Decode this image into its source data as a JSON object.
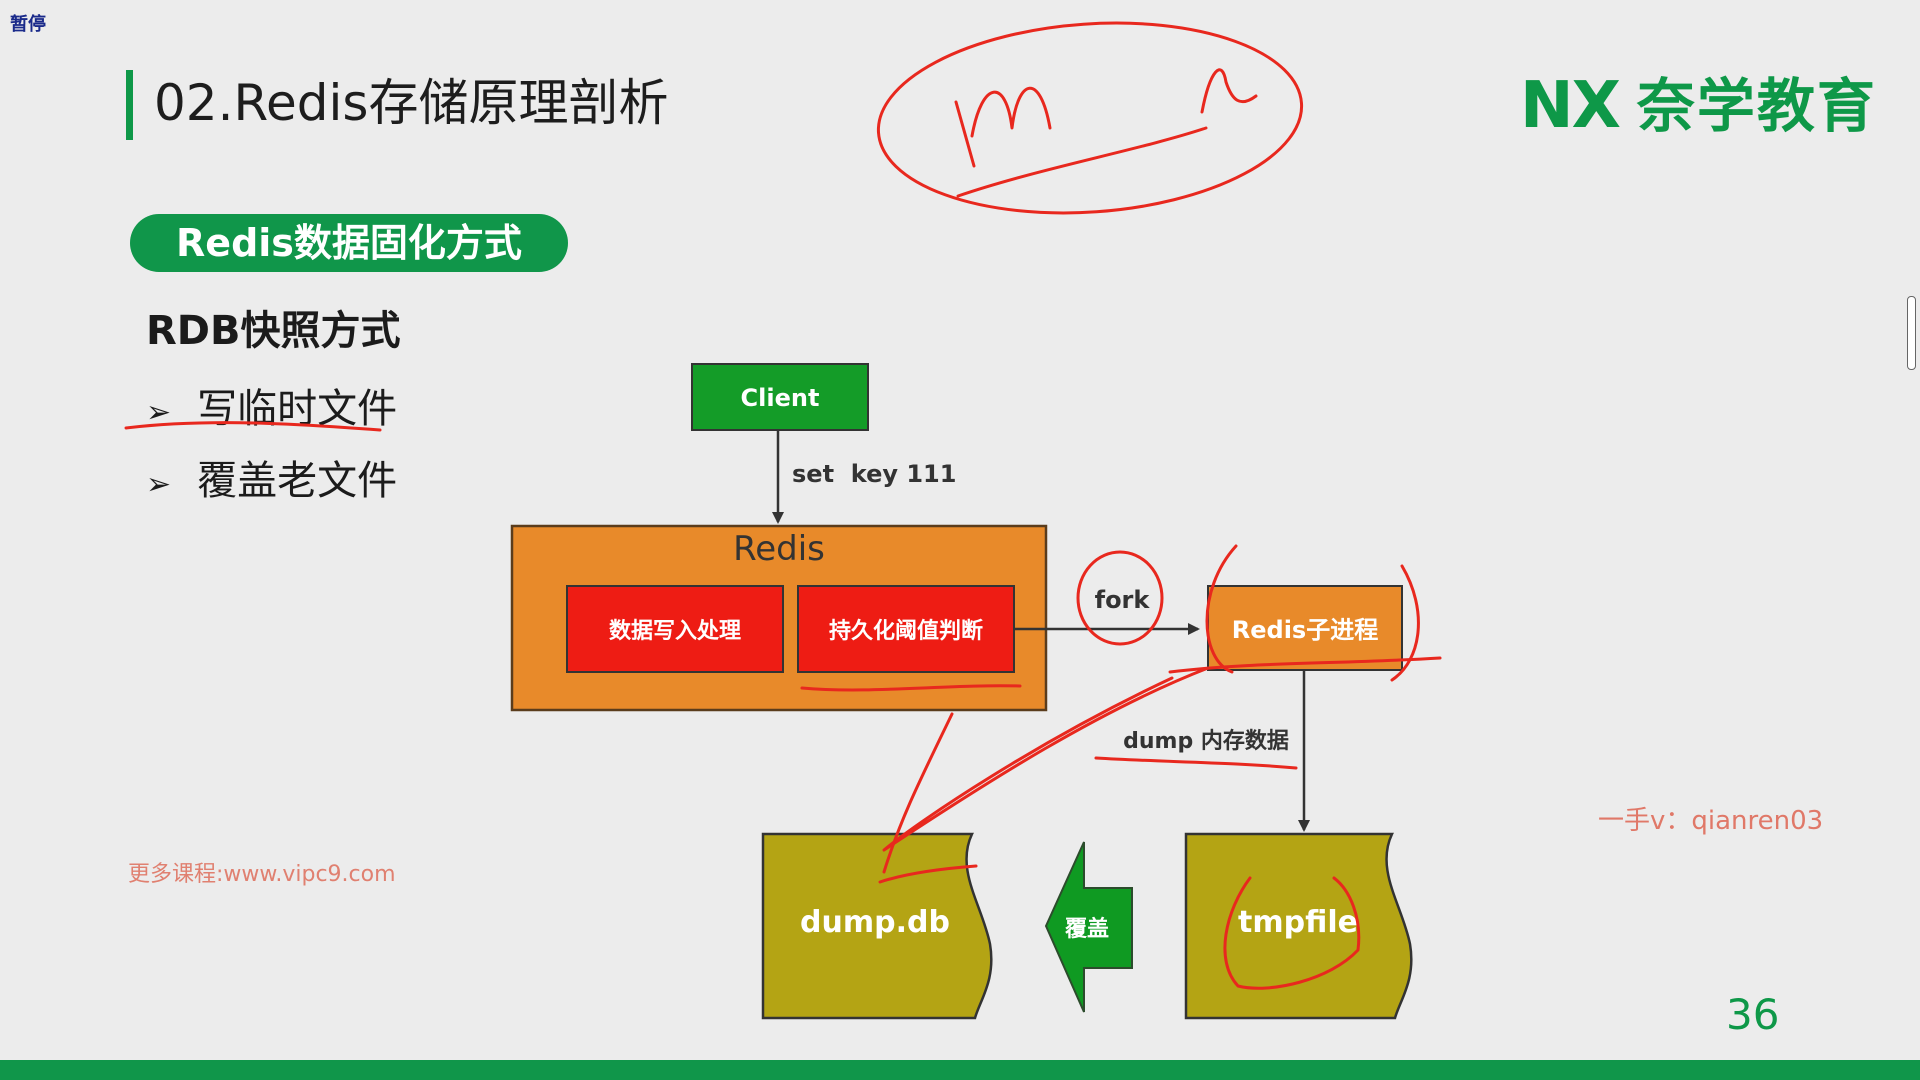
{
  "overlay": {
    "pause_label": "暂停"
  },
  "slide": {
    "title": "02.Redis存储原理剖析",
    "logo": {
      "mark": "NX",
      "name": "奈学教育"
    },
    "section_pill": "Redis数据固化方式",
    "subheading": "RDB快照方式",
    "bullets": [
      "写临时文件",
      "覆盖老文件"
    ],
    "watermark_left": "更多课程:www.vipc9.com",
    "watermark_right": "一手v：qianren03",
    "page_number": "36"
  },
  "diagram": {
    "client_label": "Client",
    "set_label": "set  key 111",
    "redis_label": "Redis",
    "write_box_label": "数据写入处理",
    "persist_box_label": "持久化阈值判断",
    "fork_label": "fork",
    "child_process_label": "Redis子进程",
    "dump_memory_label": "dump 内存数据",
    "dump_db_label": "dump.db",
    "overwrite_label": "覆盖",
    "tmpfile_label": "tmpfile"
  },
  "colors": {
    "brand_green": "#10964a",
    "client_green": "#149c28",
    "redis_orange": "#e88a2a",
    "red_box": "#ee1c14",
    "file_olive": "#b4a414",
    "annotation_red": "#e8281e"
  },
  "icons": [
    "bullet-arrow-icon",
    "down-arrow-icon",
    "right-arrow-icon",
    "left-block-arrow-icon"
  ]
}
